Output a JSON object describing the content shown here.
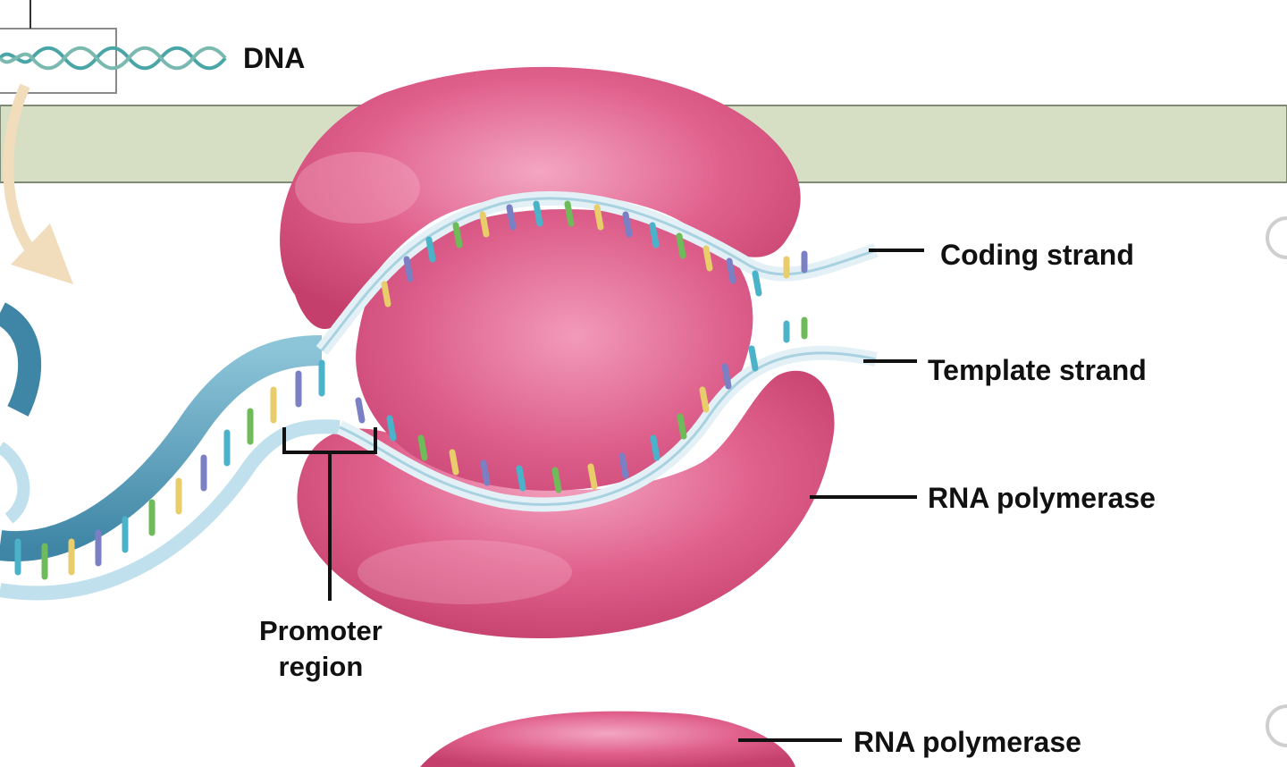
{
  "labels": {
    "dna": "DNA",
    "coding_strand": "Coding strand",
    "template_strand": "Template strand",
    "rna_polymerase": "RNA polymerase",
    "promoter_line1": "Promoter",
    "promoter_line2": "region",
    "rna_polymerase_bottom": "RNA polymerase"
  },
  "colors": {
    "polymerase": "#d9517f",
    "polymerase_highlight": "#f09ab8",
    "membrane_band": "#d6dfc4",
    "dna_backbone": "#bfe0ec",
    "dna_ribbon": "#5aa2bf",
    "arrow": "#f1dcbc",
    "base_colors": [
      "#e9cd6a",
      "#7b7fc4",
      "#4bb3c9",
      "#6fbb5a"
    ]
  }
}
